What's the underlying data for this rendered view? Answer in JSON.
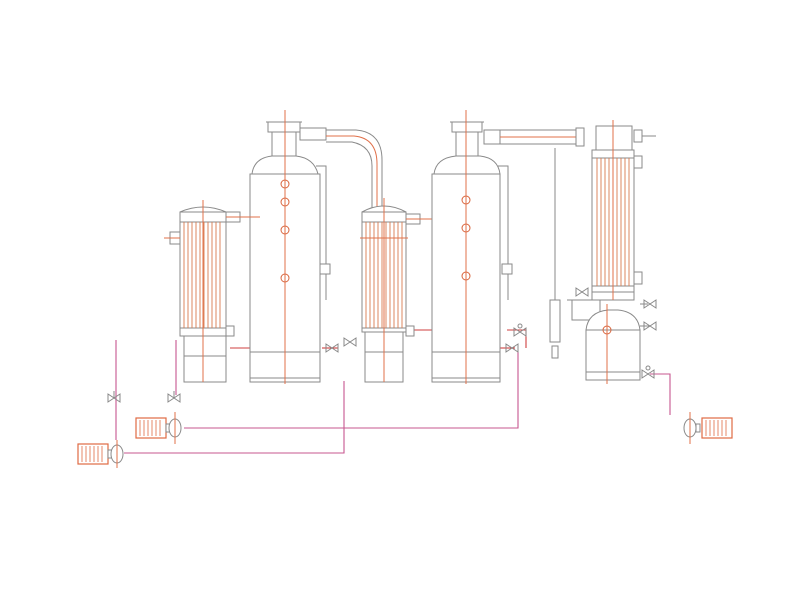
{
  "diagram": {
    "colors": {
      "outline": "#8a8a8a",
      "centerline": "#e0704a",
      "tube": "#d87a4e",
      "pipe_pink": "#c7578f",
      "pipe_red": "#cf3f3f",
      "motor": "#e06a44",
      "background": "#ffffff"
    },
    "components": [
      "preheater-1",
      "evaporator-1",
      "vapor-crossover-pipe",
      "preheater-2",
      "evaporator-2",
      "vapor-line",
      "surface-condenser",
      "receiver-tank",
      "flow-meter",
      "pump-1",
      "pump-2",
      "pump-3"
    ]
  }
}
